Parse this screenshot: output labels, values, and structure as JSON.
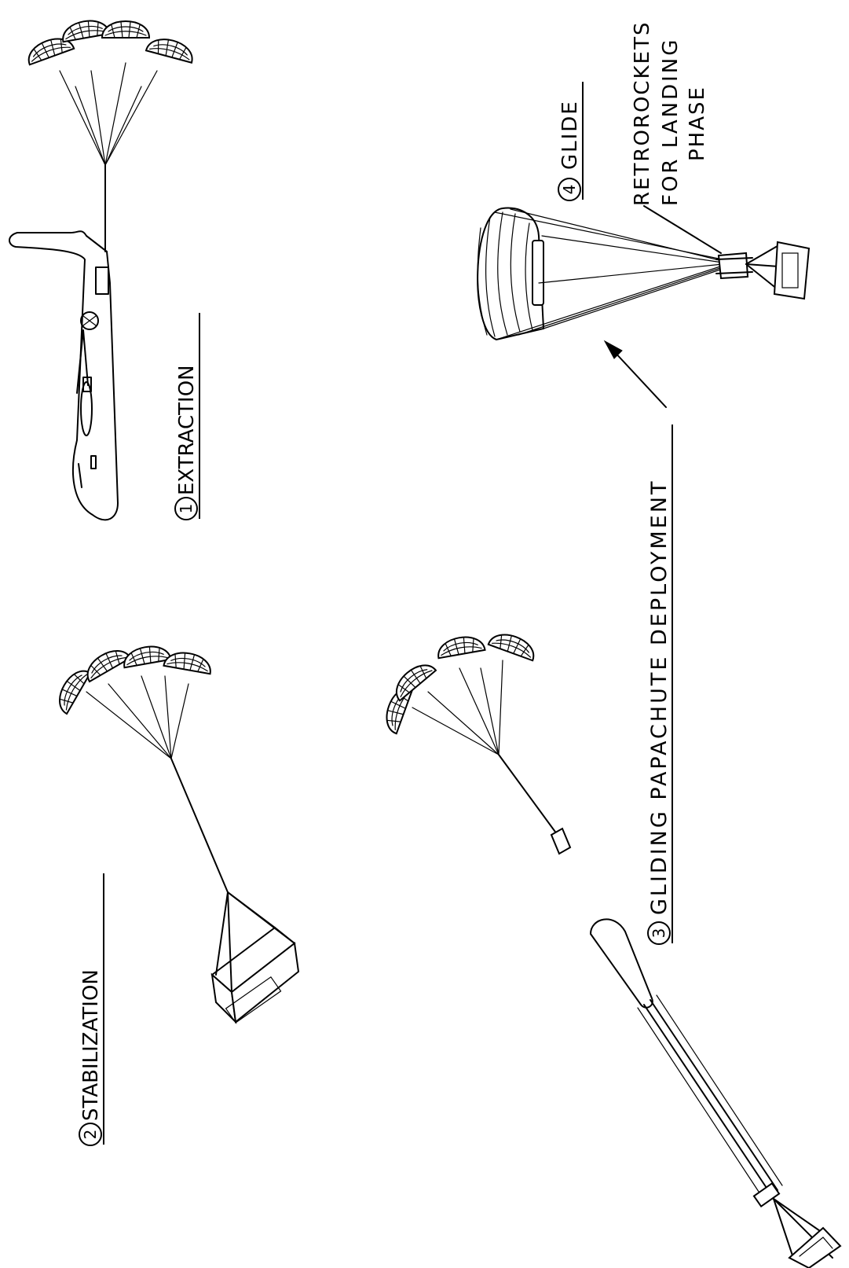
{
  "steps": [
    {
      "number": "1",
      "label": "EXTRACTION"
    },
    {
      "number": "2",
      "label": "STABILIZATION"
    },
    {
      "number": "3",
      "label": "GLIDING PAPACHUTE DEPLOYMENT"
    },
    {
      "number": "4",
      "label": "GLIDE"
    }
  ],
  "callout": {
    "line1": "RETROROCKETS",
    "line2": "FOR LANDING",
    "line3": "PHASE"
  }
}
